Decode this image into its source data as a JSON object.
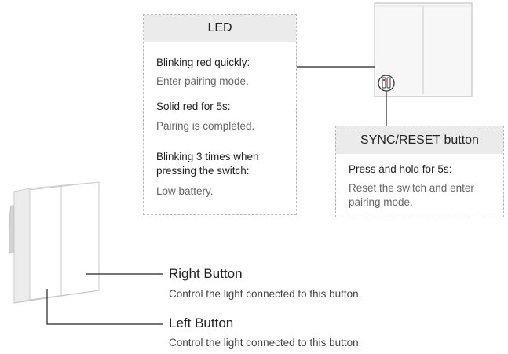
{
  "led": {
    "title": "LED",
    "states": [
      {
        "status": "Blinking red quickly:",
        "meaning": "Enter pairing mode."
      },
      {
        "status": "Solid red for 5s:",
        "meaning": "Pairing is completed."
      },
      {
        "status_line1": "Blinking 3 times when",
        "status_line2": "pressing the switch:",
        "meaning": "Low battery."
      }
    ]
  },
  "sync_reset": {
    "title": "SYNC/RESET button",
    "action": "Press and hold for 5s:",
    "result_line1": "Reset the switch and enter",
    "result_line2": "pairing mode."
  },
  "buttons": {
    "right": {
      "title": "Right Button",
      "description": "Control the light connected to this button."
    },
    "left": {
      "title": "Left Button",
      "description": "Control the light connected to this button."
    }
  },
  "colors": {
    "header_bg": "#ebebeb",
    "dashed_border": "#b5b5b5",
    "line": "#222222"
  }
}
